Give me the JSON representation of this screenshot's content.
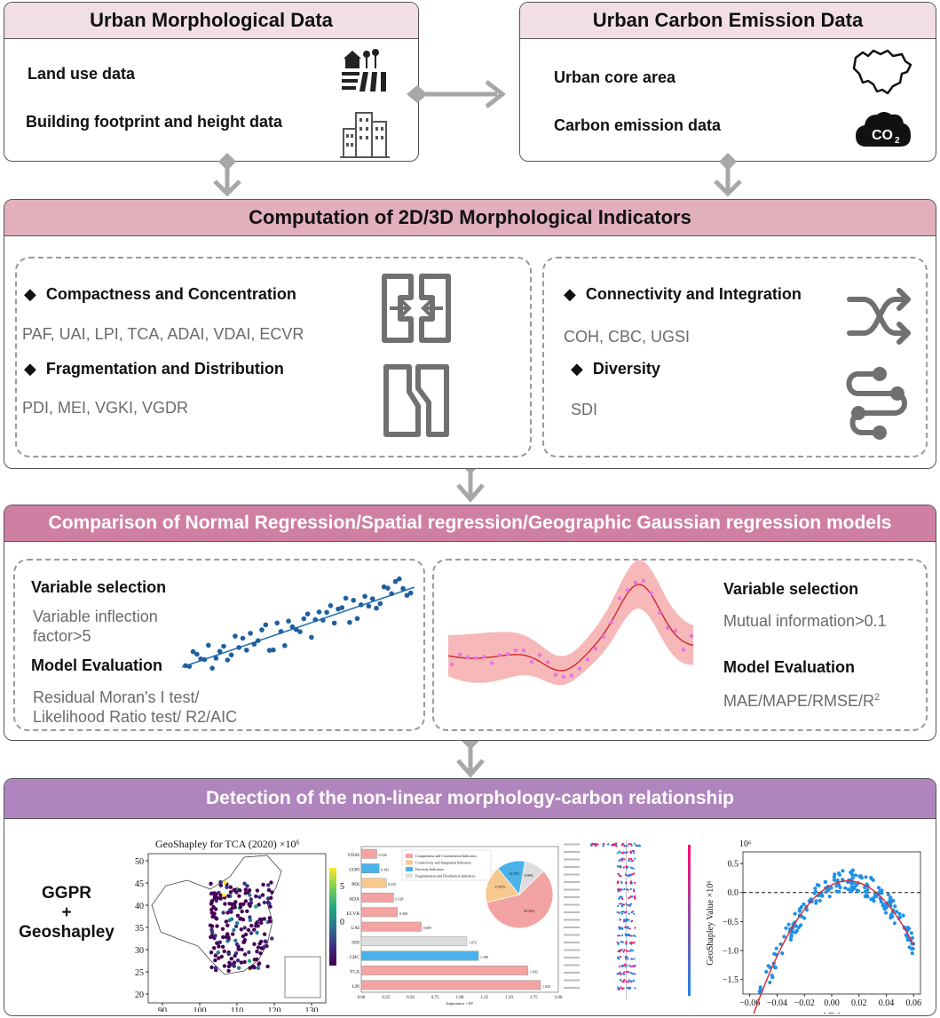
{
  "top_left": {
    "title": "Urban Morphological Data",
    "items": [
      "Land use data",
      "Building footprint and height data"
    ]
  },
  "top_right": {
    "title": "Urban Carbon Emission Data",
    "items": [
      "Urban core area",
      "Carbon emission data"
    ],
    "co2_label": "CO2"
  },
  "indicators": {
    "title": "Computation of 2D/3D Morphological Indicators",
    "groups": [
      {
        "title": "Compactness and Concentration",
        "list": "PAF, UAI, LPI, TCA, ADAI, VDAI, ECVR"
      },
      {
        "title": "Fragmentation and Distribution",
        "list": "PDI, MEI, VGKI, VGDR"
      },
      {
        "title": "Connectivity and Integration",
        "list": "COH, CBC, UGSI"
      },
      {
        "title": "Diversity",
        "list": "SDI"
      }
    ],
    "bullet": "◆"
  },
  "comparison": {
    "title": "Comparison of Normal Regression/Spatial regression/Geographic Gaussian regression models",
    "left": {
      "var_sel": "Variable selection",
      "var_desc": "Variable inflection factor>5",
      "model_eval": "Model Evaluation",
      "eval_desc_1": "Residual Moran's I test/",
      "eval_desc_2": "Likelihood Ratio test/ R2/AIC"
    },
    "right": {
      "var_sel": "Variable selection",
      "var_desc": "Mutual information>0.1",
      "model_eval": "Model Evaluation",
      "eval_desc": "MAE/MAPE/RMSE/R",
      "eval_sup": "2"
    }
  },
  "detection": {
    "title": "Detection of  the non-linear morphology-carbon relationship",
    "method_1": "GGPR",
    "method_plus": "+",
    "method_2": "Geoshapley",
    "map": {
      "title": "GeoShapley for TCA (2020) ×10⁶",
      "y_ticks": [
        "50",
        "45",
        "40",
        "35",
        "30",
        "25",
        "20"
      ],
      "x_ticks": [
        "90",
        "100",
        "110",
        "120",
        "130"
      ],
      "colorbar_ticks": [
        "5",
        "0"
      ]
    },
    "bar": {
      "categories": [
        "VDAI",
        "COH",
        "PDI",
        "ADA",
        "ECVR",
        "UAI",
        "SDI",
        "CBC",
        "TCA",
        "LPI"
      ],
      "values": [
        0.158,
        0.182,
        0.255,
        0.328,
        0.368,
        0.609,
        1.072,
        1.189,
        1.693,
        1.82
      ],
      "groups": [
        "Compactness and Concentration Indicators",
        "Connectivity and Integration Indicators",
        "Diversity Indicators",
        "Fragmentation and Distribution Indicators"
      ],
      "colors": [
        "#f4a3a3",
        "#f8c98f",
        "#4ab3ea",
        "#dddddd"
      ],
      "x_ticks": [
        "0.00",
        "0.25",
        "0.50",
        "0.75",
        "1.00",
        "1.25",
        "1.50",
        "1.75",
        "2.00"
      ],
      "xlabel": "Importance ×10⁶",
      "pie": [
        0.5845,
        0.1787,
        0.1378,
        0.099
      ],
      "pie_labels": [
        "58.45%",
        "17.87%",
        "13.78%",
        "9.90%"
      ]
    },
    "scatter": {
      "y_unit": "10⁶",
      "ylabel": "GeoShapley Value ×10⁶",
      "xlabel": "ADA",
      "y_ticks": [
        "0.5",
        "0.0",
        "−0.5",
        "−1.0",
        "−1.5"
      ],
      "x_ticks": [
        "−0.06",
        "−0.04",
        "−0.02",
        "0.00",
        "0.02",
        "0.04",
        "0.06"
      ]
    }
  }
}
